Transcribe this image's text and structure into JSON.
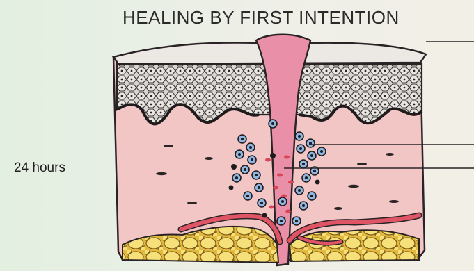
{
  "figure": {
    "title": "HEALING BY FIRST INTENTION",
    "stage_label": "24 hours"
  },
  "colors": {
    "background": "#eef0e6",
    "dermis": "#f2c4c6",
    "epidermis_gray": "#c9c5c0",
    "incision": "#e98fa6",
    "fat_yellow": "#f1d66a",
    "vessel_red": "#e0525e",
    "neutrophil_blue": "#8fb6e0",
    "line_dark": "#2a2326"
  },
  "icons": [
    "wound-diagram-icon",
    "leader-line",
    "inflammatory-cell-icon",
    "fat-cell-icon",
    "blood-vessel-icon"
  ]
}
